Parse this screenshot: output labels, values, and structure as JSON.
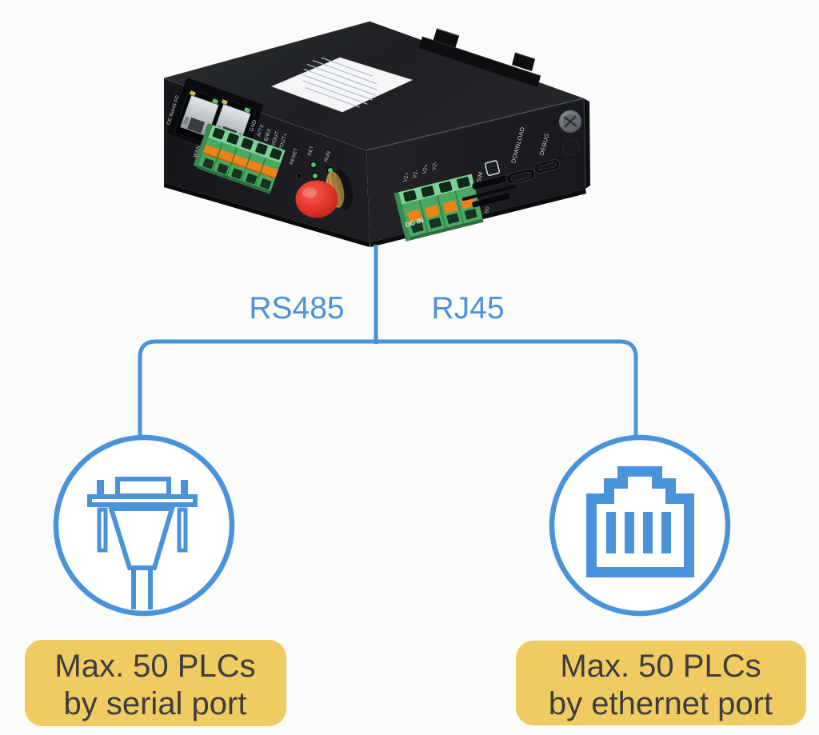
{
  "background": "#fbfbf9",
  "colors": {
    "accent_blue": "#4a93da",
    "caption_bg": "#f0cb62",
    "caption_text": "#3d3d3d"
  },
  "device": {
    "left_labels": {
      "certs": "CE RoHS FC",
      "wan": "WAN",
      "terminals": [
        "GND",
        "A/TX",
        "B/RX",
        "VOUT-",
        "VOUT+"
      ],
      "reset": "RESET",
      "net": "NET",
      "run": "RUN"
    },
    "front_labels": {
      "power": [
        "V1+",
        "V1-",
        "V2+",
        "V2-"
      ],
      "dc_in": "DC IN",
      "sim": "SIM",
      "sd": "SD",
      "download": "DOWNLOAD",
      "debug": "DEBUG"
    }
  },
  "tree": {
    "left_branch_label": "RS485",
    "right_branch_label": "RJ45"
  },
  "captions": {
    "left": {
      "line1": "Max. 50 PLCs",
      "line2": "by serial port"
    },
    "right": {
      "line1": "Max. 50 PLCs",
      "line2": "by ethernet port"
    }
  }
}
